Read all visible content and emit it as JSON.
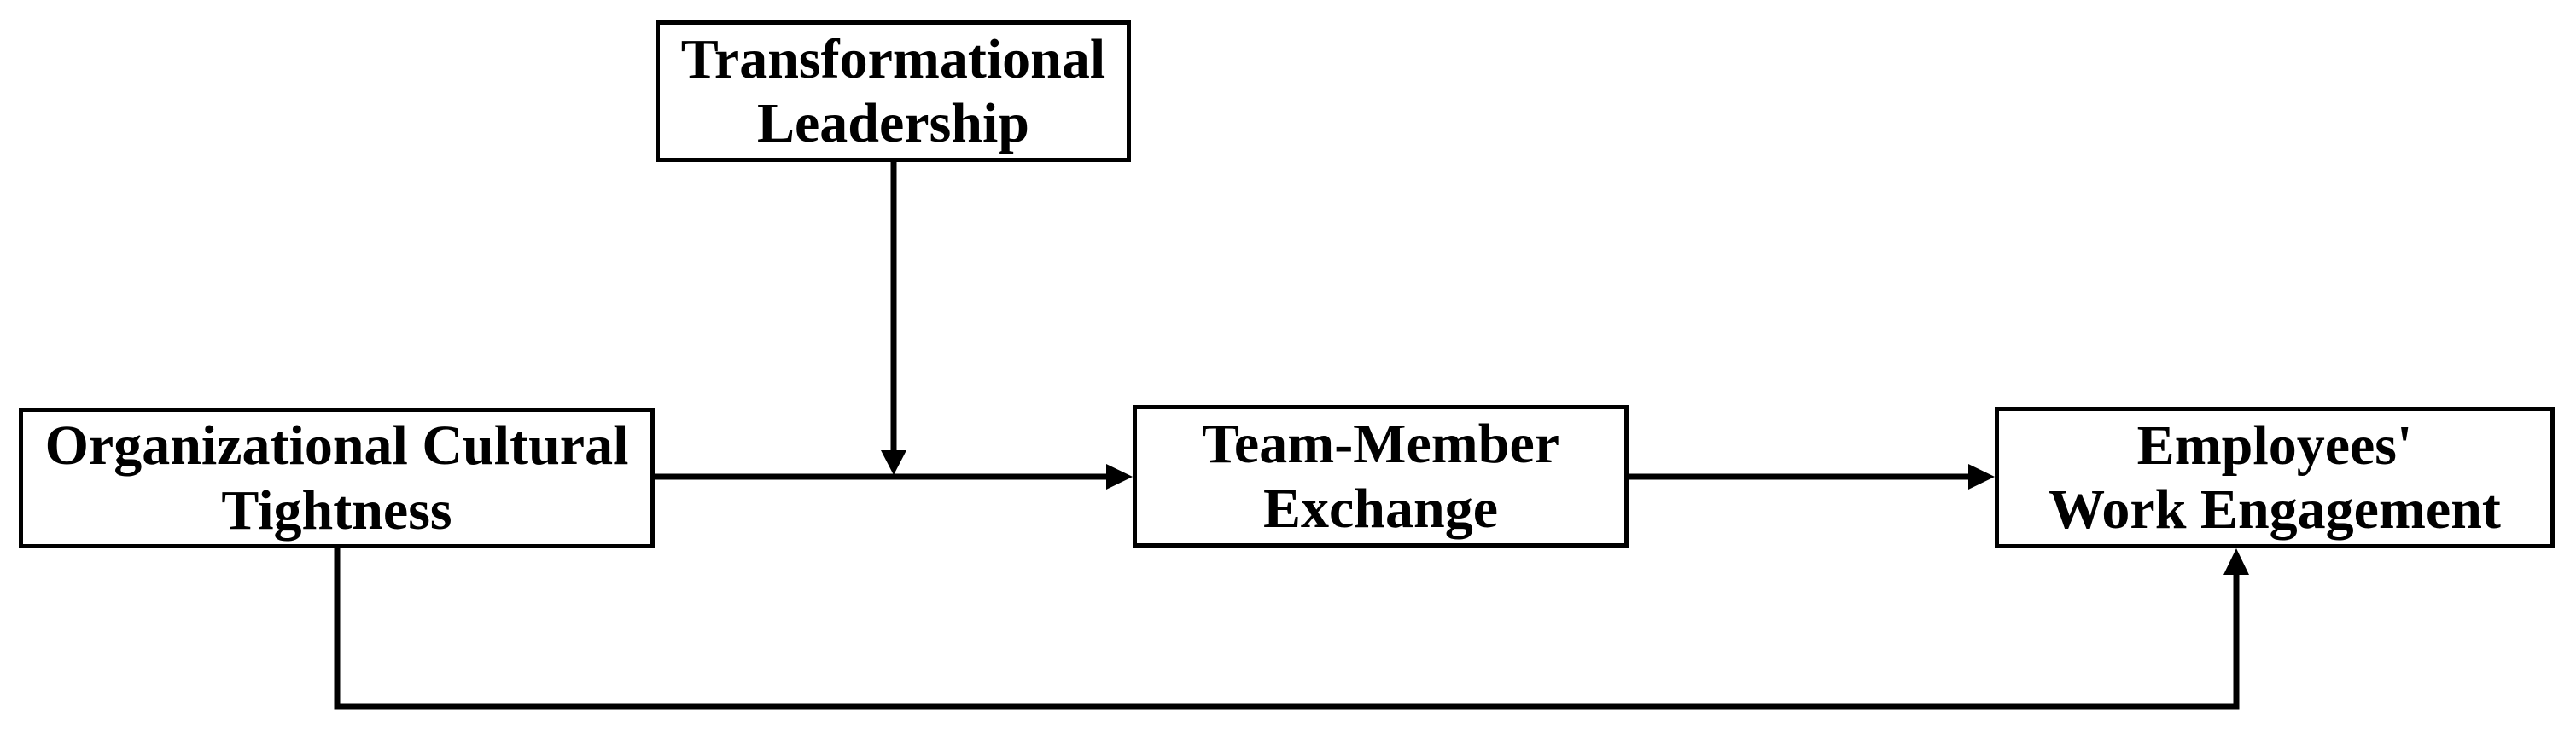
{
  "diagram": {
    "boxes": {
      "transformational_leadership": {
        "line1": "Transformational",
        "line2": "Leadership"
      },
      "organizational_cultural_tightness": {
        "line1": "Organizational Cultural",
        "line2": "Tightness"
      },
      "team_member_exchange": {
        "line1": "Team-Member",
        "line2": "Exchange"
      },
      "employees_work_engagement": {
        "line1": "Employees'",
        "line2": "Work Engagement"
      }
    },
    "relationships": [
      {
        "from": "Organizational Cultural Tightness",
        "to": "Team-Member Exchange",
        "style": "straight-arrow"
      },
      {
        "from": "Transformational Leadership",
        "to": "path: Organizational Cultural Tightness - Team-Member Exchange",
        "style": "moderation-arrow-down"
      },
      {
        "from": "Team-Member Exchange",
        "to": "Employees' Work Engagement",
        "style": "straight-arrow"
      },
      {
        "from": "Organizational Cultural Tightness",
        "to": "Employees' Work Engagement",
        "style": "bottom-elbow-arrow"
      }
    ],
    "colors": {
      "background": "#ffffff",
      "box_fill": "#ffffff",
      "box_border": "#000000",
      "text": "#000000",
      "arrow": "#000000"
    }
  }
}
